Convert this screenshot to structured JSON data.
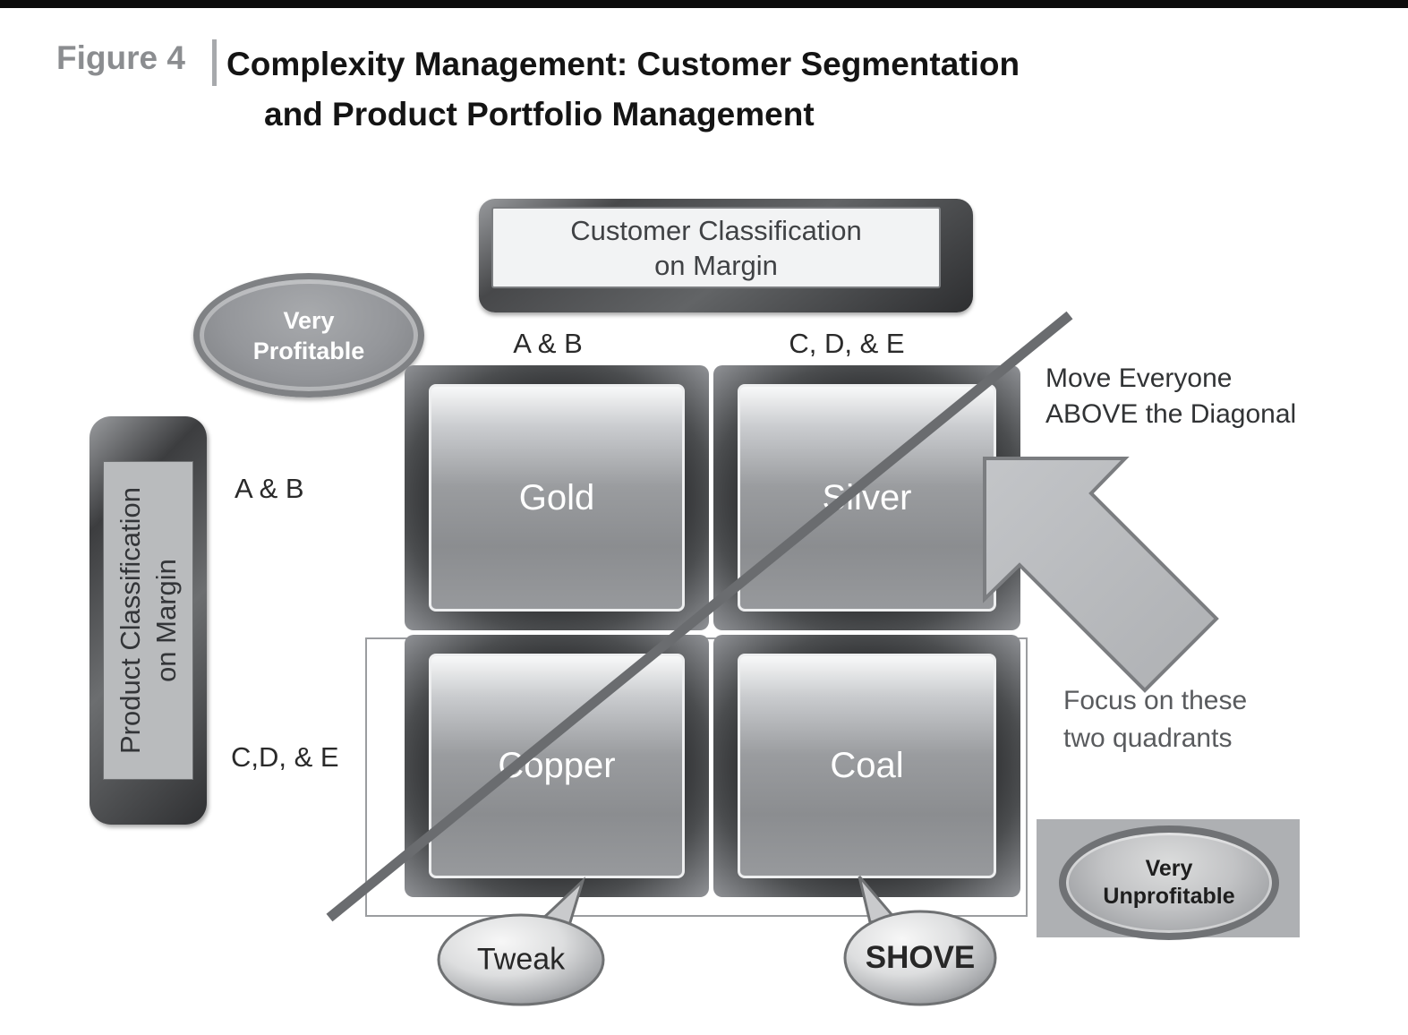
{
  "figure": {
    "label": "Figure 4",
    "title_line1": "Complexity Management: Customer Segmentation",
    "title_line2": "and Product Portfolio Management"
  },
  "top_axis": {
    "line1": "Customer Classification",
    "line2": "on Margin",
    "col_left": "A & B",
    "col_right": "C, D, & E"
  },
  "left_axis": {
    "line1": "Product Classification",
    "line2": "on Margin",
    "row_top": "A & B",
    "row_bottom": "C,D, & E"
  },
  "quadrants": {
    "top_left": "Gold",
    "top_right": "Silver",
    "bottom_left": "Copper",
    "bottom_right": "Coal"
  },
  "badges": {
    "very_profitable_line1": "Very",
    "very_profitable_line2": "Profitable",
    "very_unprofitable_line1": "Very",
    "very_unprofitable_line2": "Unprofitable"
  },
  "annotations": {
    "move_line1": "Move Everyone",
    "move_line2": "ABOVE the Diagonal",
    "focus_line1": "Focus on these",
    "focus_line2": "two quadrants"
  },
  "callouts": {
    "tweak": "Tweak",
    "shove": "SHOVE"
  },
  "colors": {
    "frame_dark": "#58595b",
    "panel_light": "#f2f3f4",
    "quad_text": "#ffffff",
    "diagonal_line": "#6a6c6f",
    "arrow_fill": "#b7b9bc"
  }
}
